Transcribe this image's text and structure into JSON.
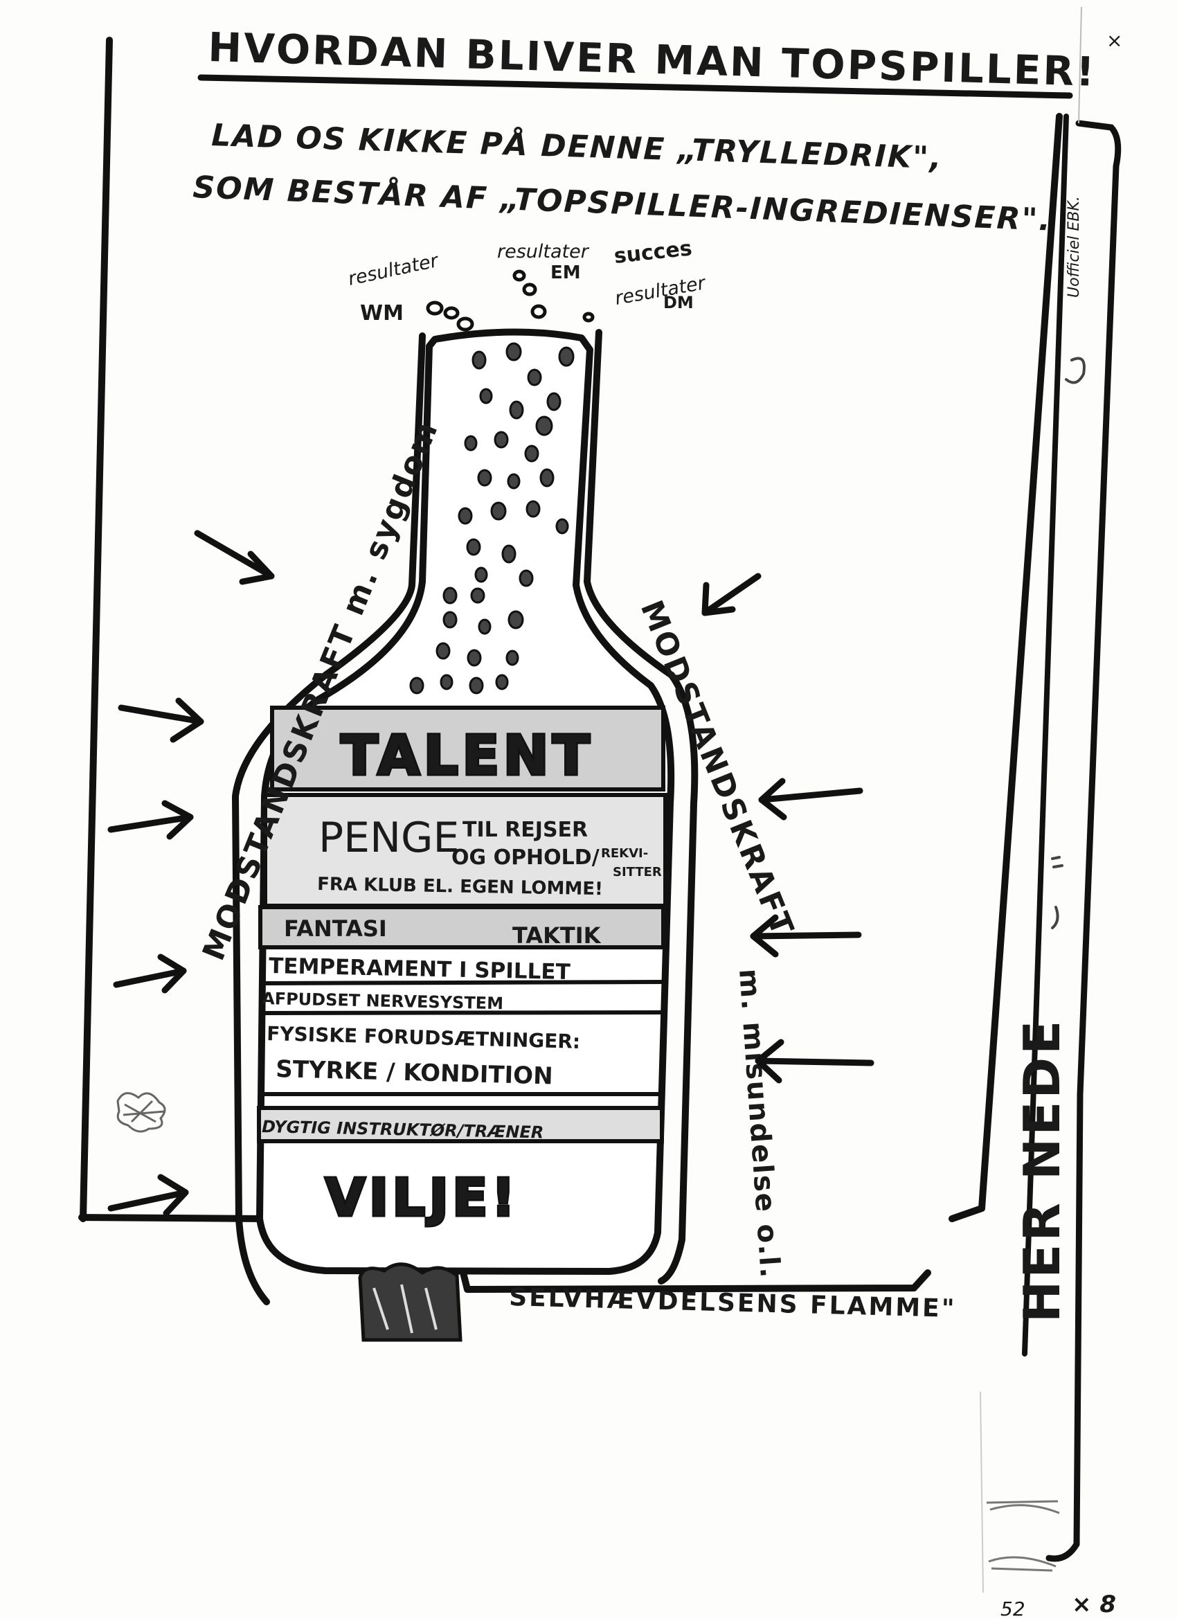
{
  "header": {
    "title": "HVORDAN BLIVER MAN TOPSPILLER!",
    "intro_line_1": "LAD OS KIKKE PÅ DENNE „TRYLLEDRIK\",",
    "intro_line_2": "SOM BESTÅR AF „TOPSPILLER-INGREDIENSER\"."
  },
  "bubbles": {
    "resultater_1": "resultater",
    "wm": "WM",
    "resultater_2": "resultater",
    "em": "EM",
    "succes": "succes",
    "resultater_3": "resultater",
    "dm": "DM"
  },
  "forces": {
    "left": "MODSTANDSKRAFT m. sygdom",
    "right_upper": "MODSTANDSKRAFT",
    "right_lower": "m. misundelse o.l."
  },
  "bottle": {
    "talent": "TALENT",
    "penge": "PENGE",
    "penge_line_1": "TIL REJSER",
    "penge_line_2": "OG OPHOLD/",
    "rekvi_1": "REKVI-",
    "rekvi_2": "SITTER",
    "penge_line_3": "FRA KLUB EL. EGEN LOMME!",
    "fantasi": "FANTASI",
    "taktik": "TAKTIK",
    "temperament": "TEMPERAMENT I SPILLET",
    "nervesystem": "AFPUDSET NERVESYSTEM",
    "fysiske_1": "FYSISKE FORUDSÆTNINGER:",
    "fysiske_2": "STYRKE / KONDITION",
    "instruktor": "DYGTIG INSTRUKTØR/TRÆNER",
    "vilje": "VILJE!"
  },
  "flame": {
    "label": "SELVHÆVDELSENS FLAMME\""
  },
  "side": {
    "hernede": "HER NEDE",
    "margin_note": "Uofficiel EBK."
  },
  "page_marks": {
    "top_x": "×",
    "bottom_number": "52",
    "bottom_x8": "× 8"
  }
}
